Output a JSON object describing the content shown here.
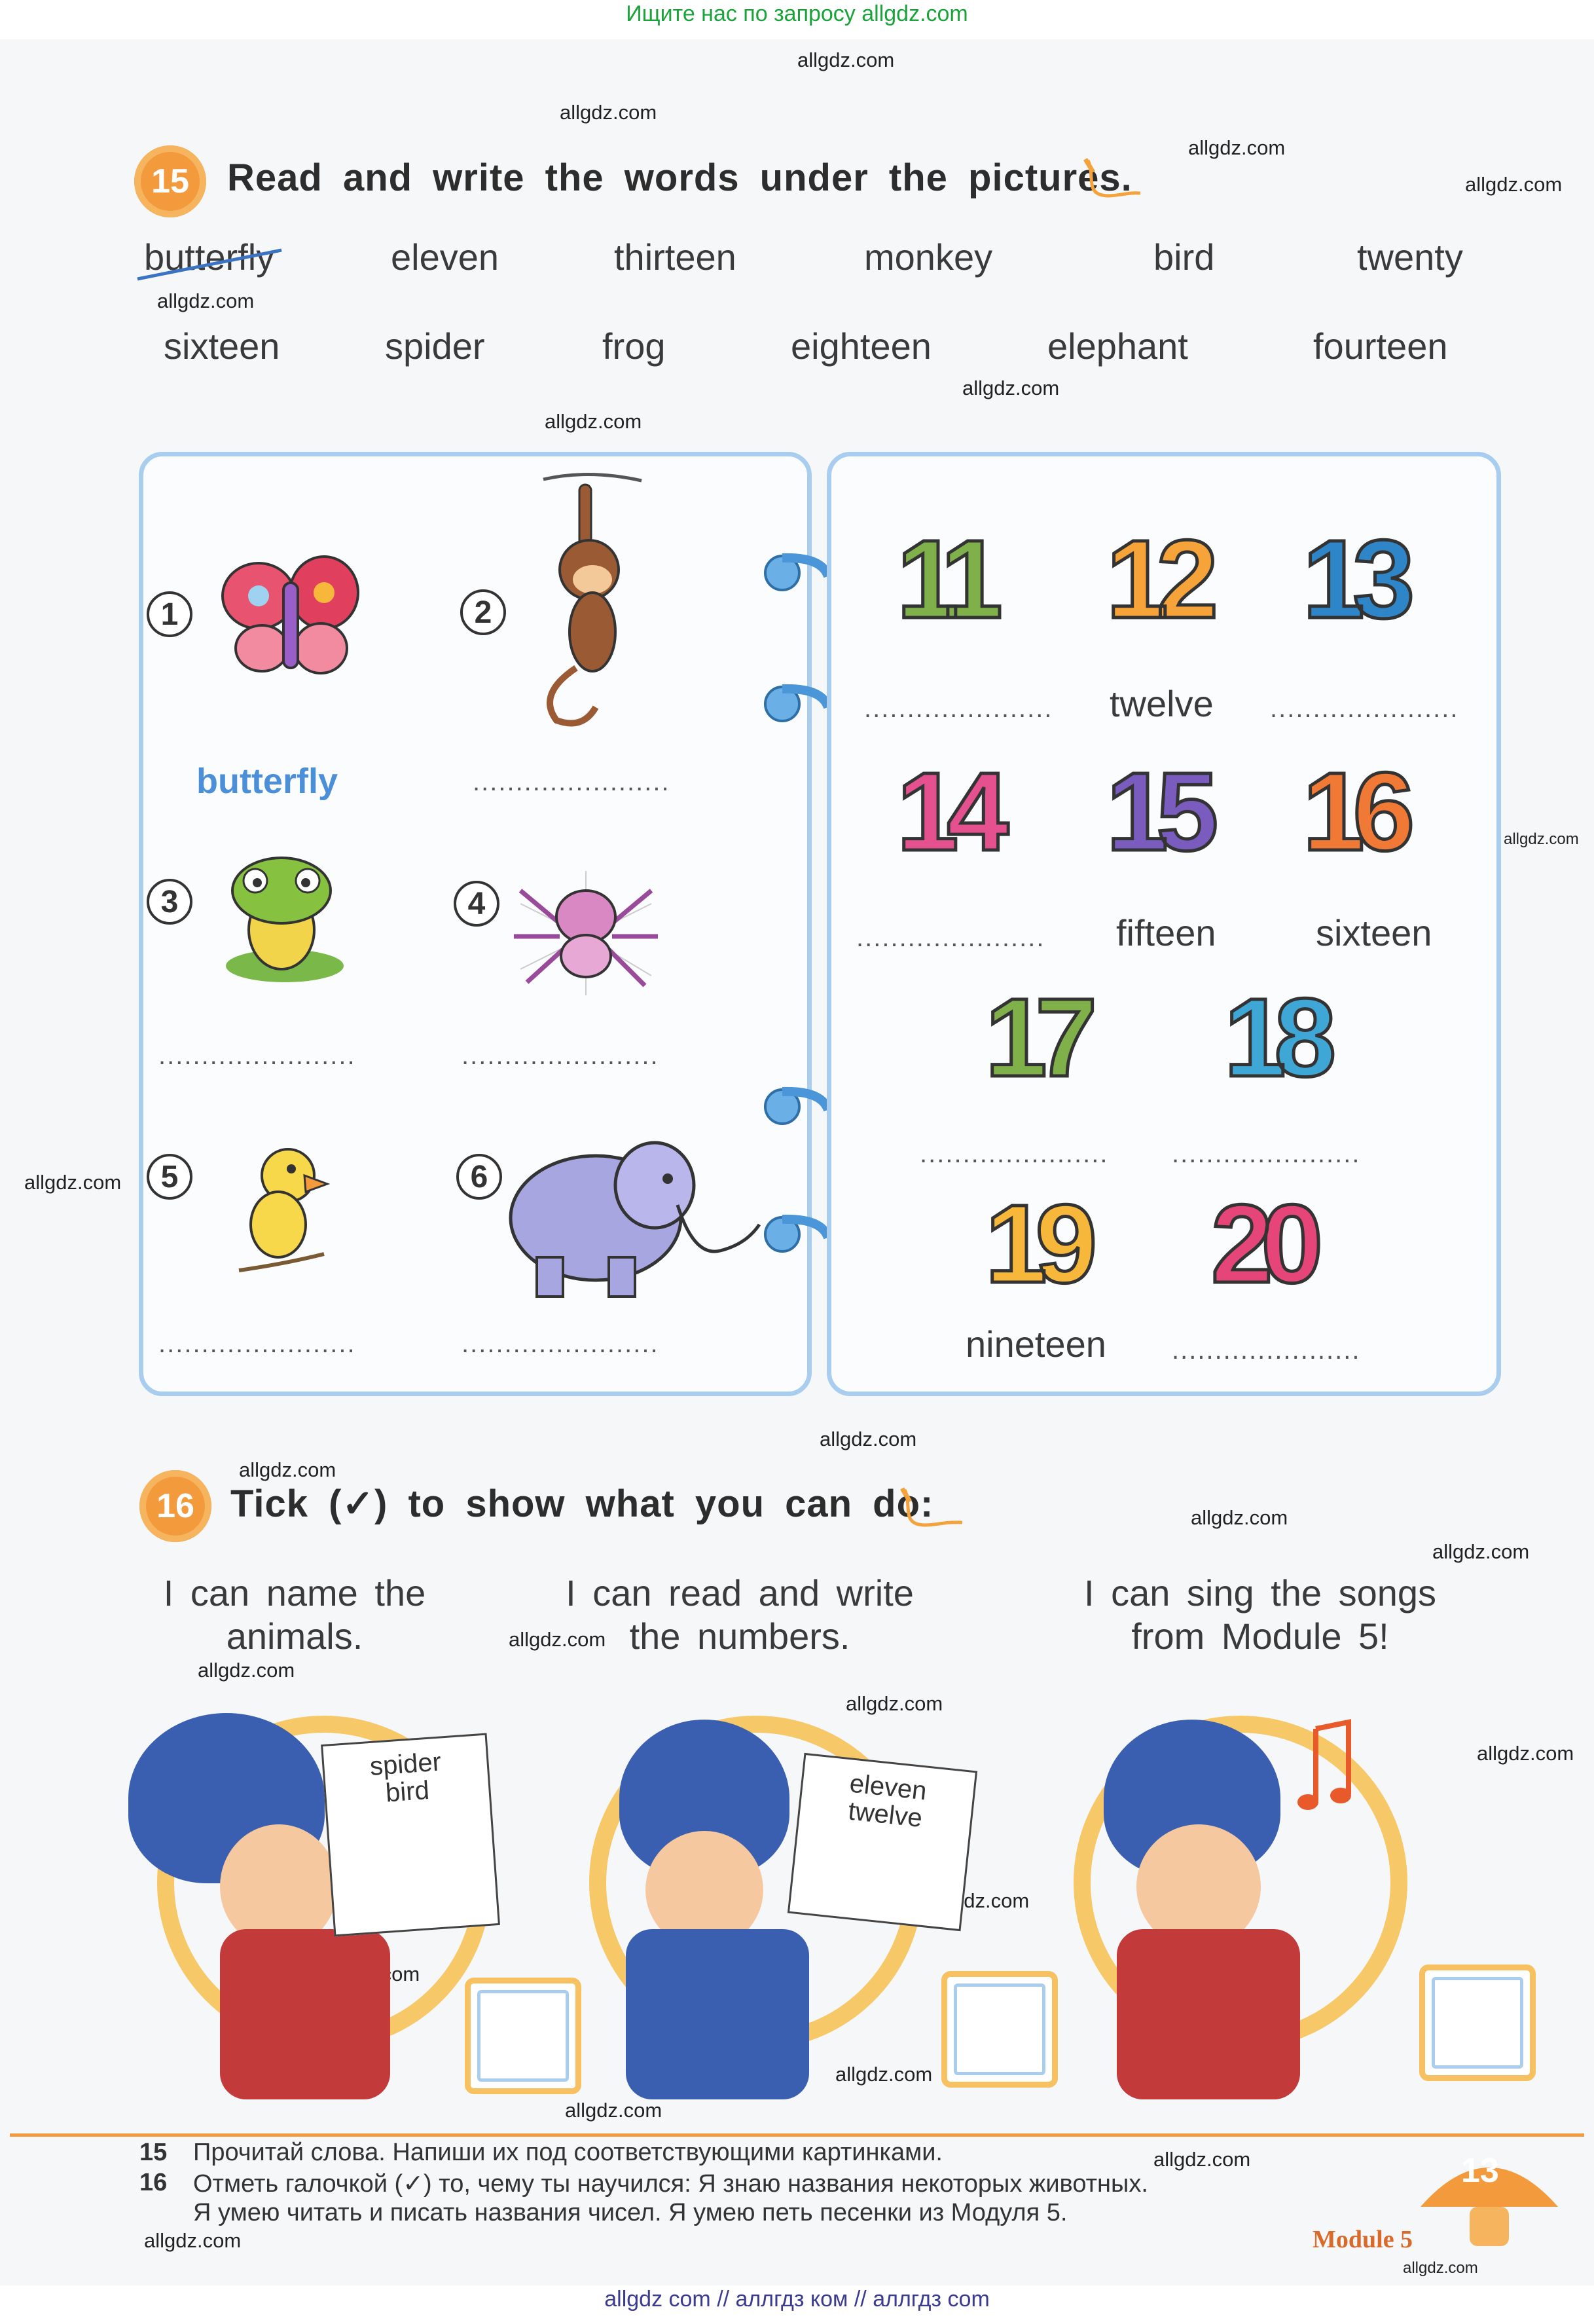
{
  "watermark": {
    "top_banner": "Ищите нас по запросу allgdz.com",
    "bottom_banner": "allgdz com  //  аллгдз ком  //  аллгдз com",
    "site": "allgdz.com"
  },
  "exercise15": {
    "number": "15",
    "title": "Read and write the words under the pictures.",
    "word_bank_row1": [
      "butterfly",
      "eleven",
      "thirteen",
      "monkey",
      "bird",
      "twenty"
    ],
    "word_bank_row2": [
      "sixteen",
      "spider",
      "frog",
      "eighteen",
      "elephant",
      "fourteen"
    ],
    "animals": {
      "items": [
        {
          "number": "1",
          "picture": "butterfly-picture",
          "answer": "butterfly"
        },
        {
          "number": "2",
          "picture": "monkey-picture",
          "answer": ""
        },
        {
          "number": "3",
          "picture": "frog-picture",
          "answer": ""
        },
        {
          "number": "4",
          "picture": "spider-picture",
          "answer": ""
        },
        {
          "number": "5",
          "picture": "bird-picture",
          "answer": ""
        },
        {
          "number": "6",
          "picture": "elephant-picture",
          "answer": ""
        }
      ],
      "blank": "......................."
    },
    "numbers": {
      "items": [
        {
          "numeral": "11",
          "color": "#7fb04a",
          "answer": ""
        },
        {
          "numeral": "12",
          "color": "#f6a33a",
          "answer": "twelve"
        },
        {
          "numeral": "13",
          "color": "#2e86c9",
          "answer": ""
        },
        {
          "numeral": "14",
          "color": "#e5508f",
          "answer": ""
        },
        {
          "numeral": "15",
          "color": "#7a5cbf",
          "answer": "fifteen"
        },
        {
          "numeral": "16",
          "color": "#f07a35",
          "answer": "sixteen"
        },
        {
          "numeral": "17",
          "color": "#7fb04a",
          "answer": ""
        },
        {
          "numeral": "18",
          "color": "#3fa7d6",
          "answer": ""
        },
        {
          "numeral": "19",
          "color": "#f6b73a",
          "answer": "nineteen"
        },
        {
          "numeral": "20",
          "color": "#e6457a",
          "answer": ""
        }
      ],
      "blank": "......................"
    }
  },
  "exercise16": {
    "number": "16",
    "title": "Tick (✓) to show what you can do:",
    "statements": [
      {
        "line1": "I can name the",
        "line2": "animals.",
        "paper_line1": "spider",
        "paper_line2": "bird"
      },
      {
        "line1": "I can read and write",
        "line2": "the numbers.",
        "paper_line1": "eleven",
        "paper_line2": "twelve"
      },
      {
        "line1": "I can sing the songs",
        "line2": "from Module 5!",
        "paper_line1": "",
        "paper_line2": ""
      }
    ]
  },
  "footer": {
    "line1_num": "15",
    "line1": "Прочитай слова. Напиши их под соответствующими картинками.",
    "line2_num": "16",
    "line2": "Отметь галочкой (✓) то, чему ты научился: Я знаю названия некоторых животных.",
    "line3": "Я умею читать и писать названия чисел. Я умею петь песенки из Модуля 5.",
    "page_number": "13",
    "module_label": "Module 5"
  },
  "colors": {
    "accent_orange": "#f39a3c",
    "panel_border": "#a9cdee",
    "answer_blue": "#4a8fd8"
  }
}
